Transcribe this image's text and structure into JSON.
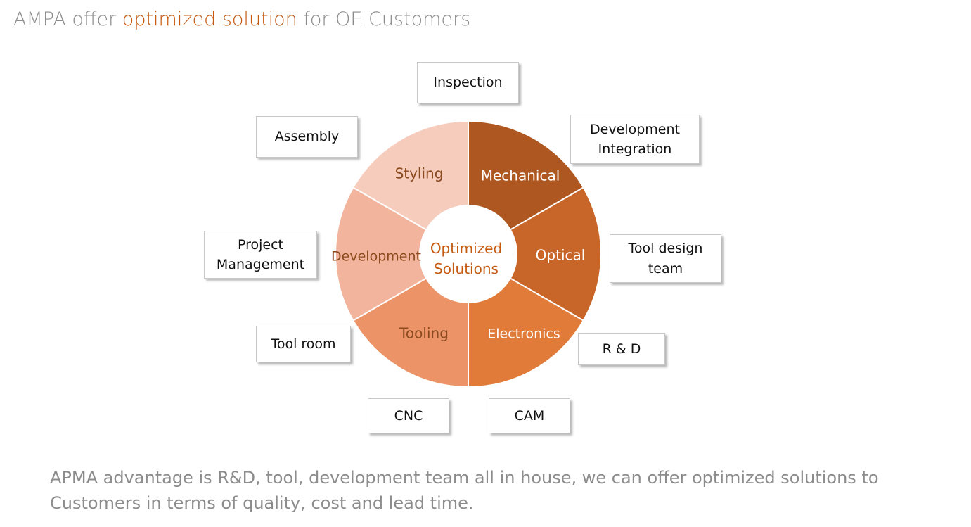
{
  "title": {
    "prefix": "AMPA offer ",
    "highlight": "optimized solution",
    "suffix": " for OE Customers"
  },
  "colors": {
    "accent": "#c55a11",
    "mechanical": "#ae5720",
    "optical": "#c8662a",
    "electronics": "#e07b39",
    "tooling": "#ec9468",
    "development": "#f2b49c",
    "styling": "#f6ccbd"
  },
  "center": {
    "line1": "Optimized",
    "line2": "Solutions"
  },
  "segments": [
    {
      "key": "mechanical",
      "label": "Mechanical"
    },
    {
      "key": "optical",
      "label": "Optical"
    },
    {
      "key": "electronics",
      "label": "Electronics"
    },
    {
      "key": "tooling",
      "label": "Tooling"
    },
    {
      "key": "development",
      "label": "Development"
    },
    {
      "key": "styling",
      "label": "Styling"
    }
  ],
  "boxes": {
    "inspection": [
      "Inspection"
    ],
    "dev_integration": [
      "Development",
      "Integration"
    ],
    "tool_design": [
      "Tool design",
      "team"
    ],
    "rnd": [
      "R & D"
    ],
    "cam": [
      "CAM"
    ],
    "cnc": [
      "CNC"
    ],
    "tool_room": [
      "Tool room"
    ],
    "project_mgmt": [
      "Project",
      "Management"
    ],
    "assembly": [
      "Assembly"
    ]
  },
  "bottom_text": "APMA advantage is R&D, tool, development team all in house, we can offer optimized solutions to Customers in terms of quality, cost and lead time."
}
